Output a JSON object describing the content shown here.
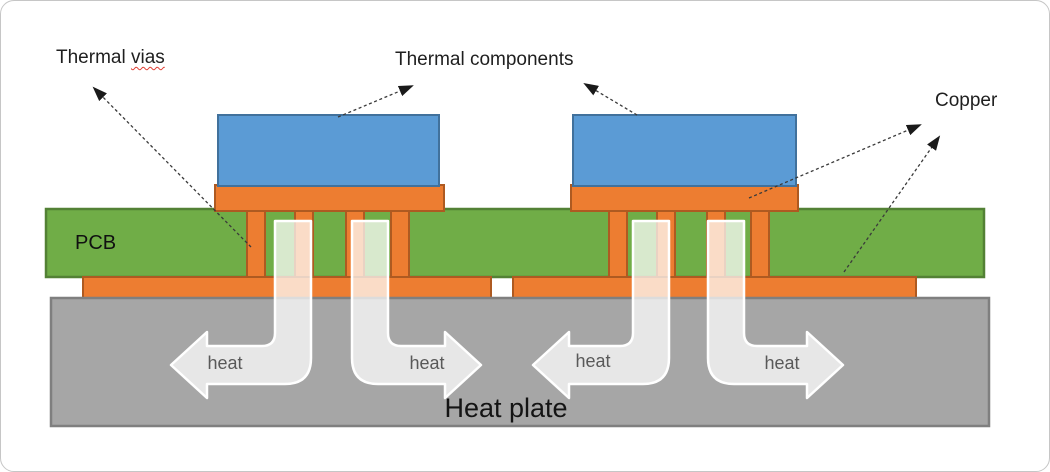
{
  "diagram": {
    "labels": {
      "thermal_vias_prefix": "Thermal ",
      "thermal_vias_word": "vias",
      "thermal_components": "Thermal components",
      "copper": "Copper",
      "pcb": "PCB",
      "heat_plate": "Heat plate"
    },
    "heat_arrow_labels": [
      "heat",
      "heat",
      "heat",
      "heat"
    ],
    "colors": {
      "component_blue": "#5b9bd5",
      "component_blue_border": "#41719c",
      "copper_orange": "#ed7d31",
      "copper_orange_border": "#ae5a21",
      "pcb_green": "#70ad47",
      "pcb_green_border": "#538135",
      "plate_gray": "#a6a6a6",
      "plate_gray_border": "#7f7f7f",
      "heat_arrow_fill": "rgba(255,255,255,0.73)",
      "heat_arrow_stroke": "#ffffff",
      "leader_line": "#3a3a3a",
      "leader_arrowhead": "#1a1a1a",
      "misspell_underline": "#e03c31"
    }
  }
}
